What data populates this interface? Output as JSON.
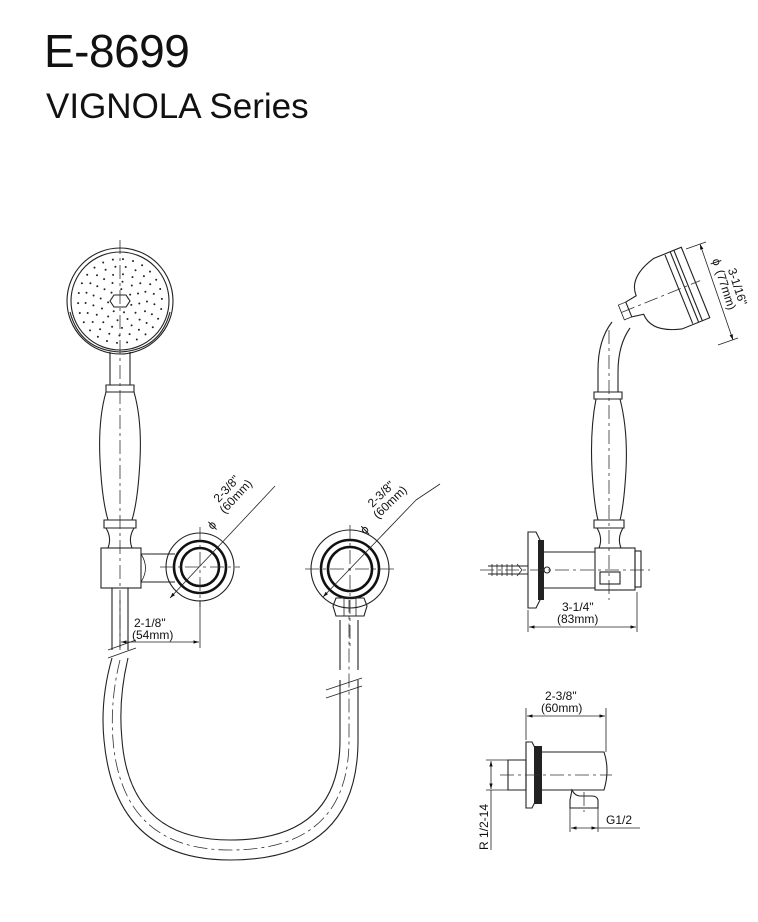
{
  "header": {
    "model_number": "E-8699",
    "series_name": "VIGNOLA Series"
  },
  "dimensions": {
    "front_view": {
      "holder_diameter": {
        "symbol": "ϕ",
        "imperial": "2-3/8\"",
        "metric": "(60mm)"
      },
      "holder_offset": {
        "imperial": "2-1/8\"",
        "metric": "(54mm)"
      },
      "elbow_diameter": {
        "symbol": "ϕ",
        "imperial": "2-3/8\"",
        "metric": "(60mm)"
      }
    },
    "side_view": {
      "head_diameter": {
        "symbol": "ϕ",
        "imperial": "3-1/16\"",
        "metric": "(77mm)"
      },
      "holder_depth": {
        "imperial": "3-1/4\"",
        "metric": "(83mm)"
      }
    },
    "elbow_view": {
      "elbow_depth": {
        "imperial": "2-3/8\"",
        "metric": "(60mm)"
      },
      "inlet_thread": "R 1/2-14",
      "outlet_thread": "G1/2"
    }
  }
}
